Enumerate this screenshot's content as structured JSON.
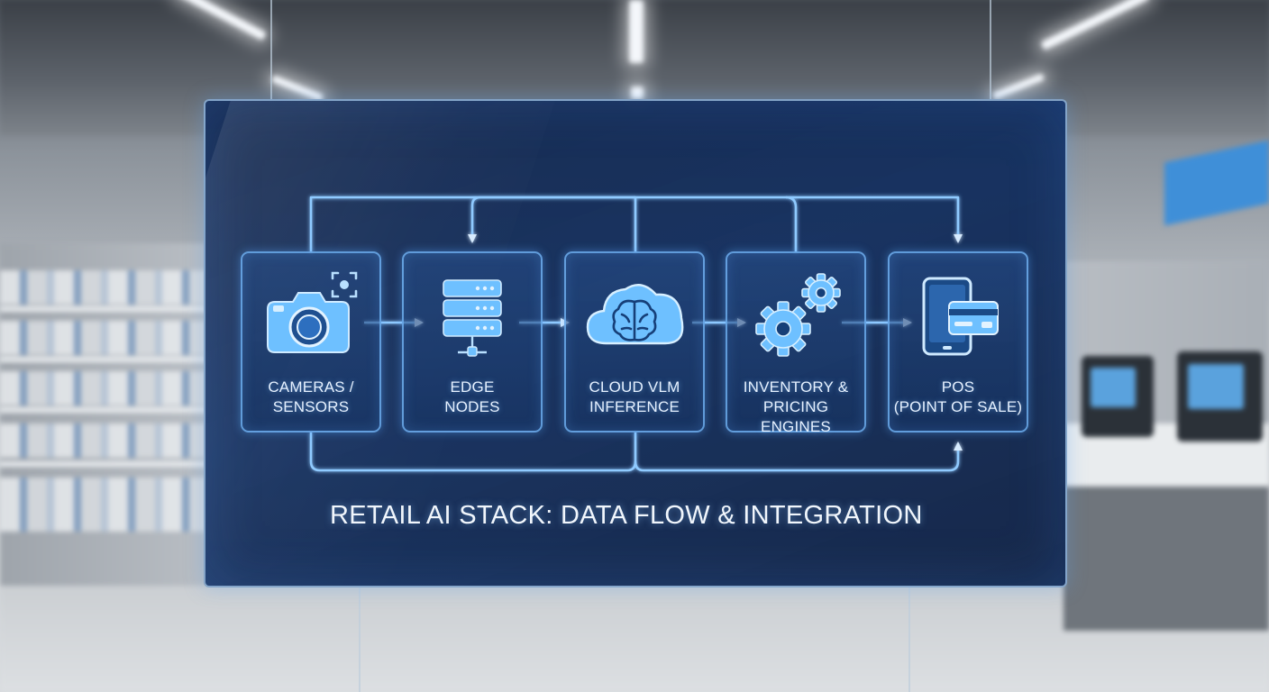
{
  "diagram": {
    "title": "RETAIL AI STACK: DATA FLOW & INTEGRATION",
    "nodes": [
      {
        "id": "cameras",
        "icon": "camera-icon",
        "line1": "CAMERAS /",
        "line2": "SENSORS"
      },
      {
        "id": "edge",
        "icon": "server-icon",
        "line1": "EDGE",
        "line2": "NODES"
      },
      {
        "id": "cloud",
        "icon": "cloud-brain-icon",
        "line1": "CLOUD VLM",
        "line2": "INFERENCE"
      },
      {
        "id": "inventory",
        "icon": "gears-icon",
        "line1": "INVENTORY &",
        "line2": "PRICING ENGINES"
      },
      {
        "id": "pos",
        "icon": "tablet-card-icon",
        "line1": "POS",
        "line2": "(POINT OF SALE)"
      }
    ],
    "flows": [
      {
        "from": "CAMERAS / SENSORS",
        "to": "EDGE NODES"
      },
      {
        "from": "EDGE NODES",
        "to": "CLOUD VLM INFERENCE"
      },
      {
        "from": "CLOUD VLM INFERENCE",
        "to": "INVENTORY & PRICING ENGINES"
      },
      {
        "from": "INVENTORY & PRICING ENGINES",
        "to": "POS (POINT OF SALE)"
      }
    ],
    "colors": {
      "panel": "#12305e",
      "accent": "#5fb4ff",
      "text": "#e6f1ff"
    }
  }
}
